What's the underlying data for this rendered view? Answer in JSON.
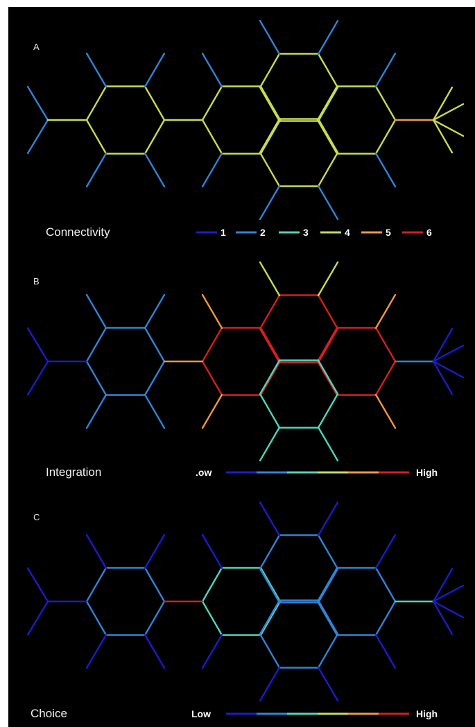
{
  "panels": [
    {
      "letter": "A",
      "caption": "Connectivity",
      "legend_type": "discrete",
      "legend_items": [
        "1",
        "2",
        "3",
        "4",
        "5",
        "6"
      ],
      "edge_levels": {
        "a": 2,
        "b": 4,
        "h1": 4,
        "s1": 2,
        "c": 4,
        "h2": 4,
        "s2": 2,
        "h3": 4,
        "s3": 2,
        "h4": 4,
        "s4": 2,
        "h5": 4,
        "s5": 2,
        "d": 5,
        "f": 4
      }
    },
    {
      "letter": "B",
      "caption": "Integration",
      "legend_type": "gradient",
      "legend_low": ".ow",
      "legend_high": "High",
      "edge_levels": {
        "a": 1,
        "b": 1,
        "h1": 2,
        "s1": 2,
        "c": 5,
        "h2": 6,
        "s2": 5,
        "h3": 6,
        "s3": 4,
        "h4": 6,
        "s4": 5,
        "h5": 3,
        "s5": 3,
        "d": 2,
        "f": 1
      }
    },
    {
      "letter": "C",
      "caption": "Choice",
      "legend_type": "gradient",
      "legend_low": "Low",
      "legend_high": "High",
      "edge_levels": {
        "a": 1,
        "b": 1,
        "h1": 2,
        "s1": 1,
        "c": 6,
        "h2": 3,
        "s2": 1,
        "h3": 2,
        "s3": 1,
        "h4": 2,
        "s4": 1,
        "h5": 2,
        "s5": 1,
        "d": 3,
        "f": 1
      }
    }
  ],
  "colors": {
    "level_1": "#1c1cc8",
    "level_2": "#2f84d8",
    "level_3": "#4fd6bc",
    "level_4": "#c8dc50",
    "level_5": "#ef9a3a",
    "level_6": "#d61e1e"
  }
}
